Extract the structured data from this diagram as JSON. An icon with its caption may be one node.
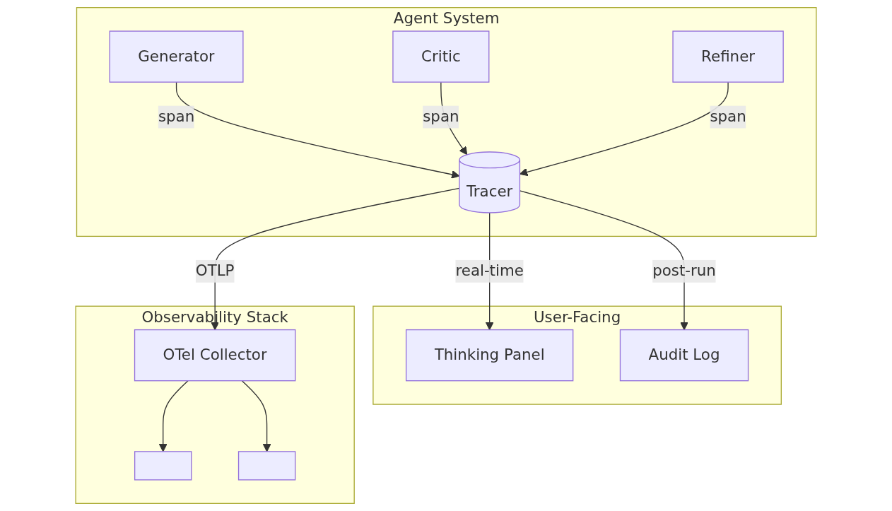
{
  "diagram": {
    "nodes": [
      {
        "text": [
          "Agent System"
        ]
      },
      {
        "text": [
          "Generator"
        ],
        "in": 0
      },
      {
        "text": [
          "Critic"
        ],
        "in": 0
      },
      {
        "text": [
          "Refiner"
        ],
        "in": 0
      },
      {
        "text": [
          "Tracer"
        ],
        "in": 0
      },
      {
        "text": [
          "User-Facing"
        ]
      },
      {
        "text": [
          "Thinking Panel"
        ],
        "in": 5
      },
      {
        "text": [
          "Audit Log"
        ],
        "in": 5
      },
      {
        "text": [
          "Observability Stack"
        ]
      },
      {
        "text": [
          "OTel Collector"
        ],
        "in": 8
      },
      {
        "text": [],
        "shape": "box",
        "in": 8
      },
      {
        "text": [],
        "shape": "box",
        "in": 8
      }
    ],
    "edges": [
      {
        "from": 1,
        "to": 4,
        "arrow": "to",
        "label": "span"
      },
      {
        "from": 2,
        "to": 4,
        "arrow": "to",
        "label": "span"
      },
      {
        "from": 3,
        "to": 4,
        "arrow": "to",
        "label": "span"
      },
      {
        "from": 4,
        "to": 6,
        "arrow": "to",
        "label": "real-time"
      },
      {
        "from": 4,
        "to": 7,
        "arrow": "to",
        "label": "post-run"
      },
      {
        "from": 4,
        "to": 9,
        "arrow": "to",
        "label": "OTLP"
      },
      {
        "from": 9,
        "to": 10,
        "arrow": "to"
      },
      {
        "from": 9,
        "to": 11,
        "arrow": "to"
      }
    ]
  }
}
